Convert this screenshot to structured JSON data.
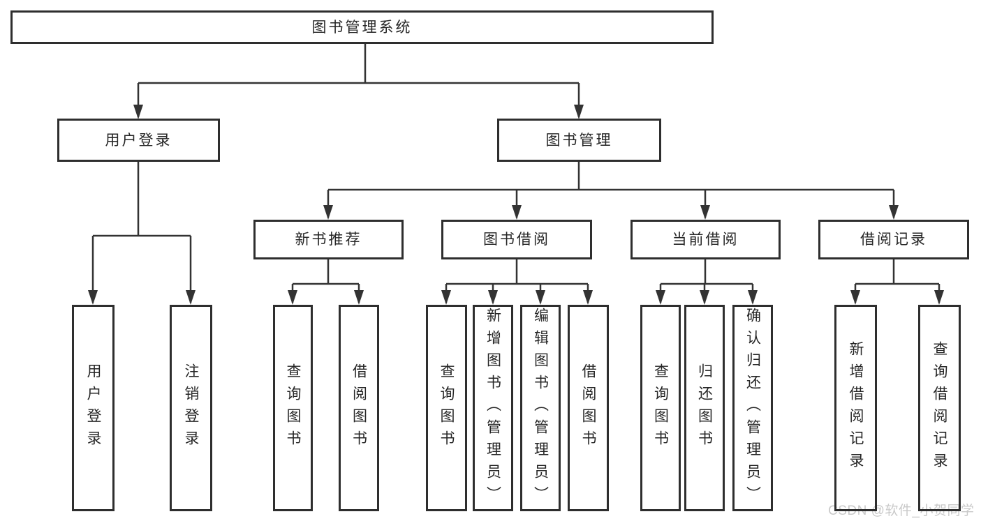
{
  "diagram": {
    "root": {
      "label": "图书管理系统"
    },
    "level1": [
      {
        "label": "用户登录",
        "children": [
          {
            "label": "用户登录"
          },
          {
            "label": "注销登录"
          }
        ]
      },
      {
        "label": "图书管理",
        "children": [
          {
            "label": "新书推荐",
            "children": [
              {
                "label": "查询图书"
              },
              {
                "label": "借阅图书"
              }
            ]
          },
          {
            "label": "图书借阅",
            "children": [
              {
                "label": "查询图书"
              },
              {
                "label": "新增图书（管理员）"
              },
              {
                "label": "编辑图书（管理员）"
              },
              {
                "label": "借阅图书"
              }
            ]
          },
          {
            "label": "当前借阅",
            "children": [
              {
                "label": "查询图书"
              },
              {
                "label": "归还图书"
              },
              {
                "label": "确认归还（管理员）"
              }
            ]
          },
          {
            "label": "借阅记录",
            "children": [
              {
                "label": "新增借阅记录"
              },
              {
                "label": "查询借阅记录"
              }
            ]
          }
        ]
      }
    ]
  },
  "watermark": "CSDN @软件_小贺同学",
  "colors": {
    "background": "#ffffff",
    "line": "#333333",
    "border": "#2e2e2e",
    "text": "#262626",
    "watermark": "#c9c9c9"
  }
}
